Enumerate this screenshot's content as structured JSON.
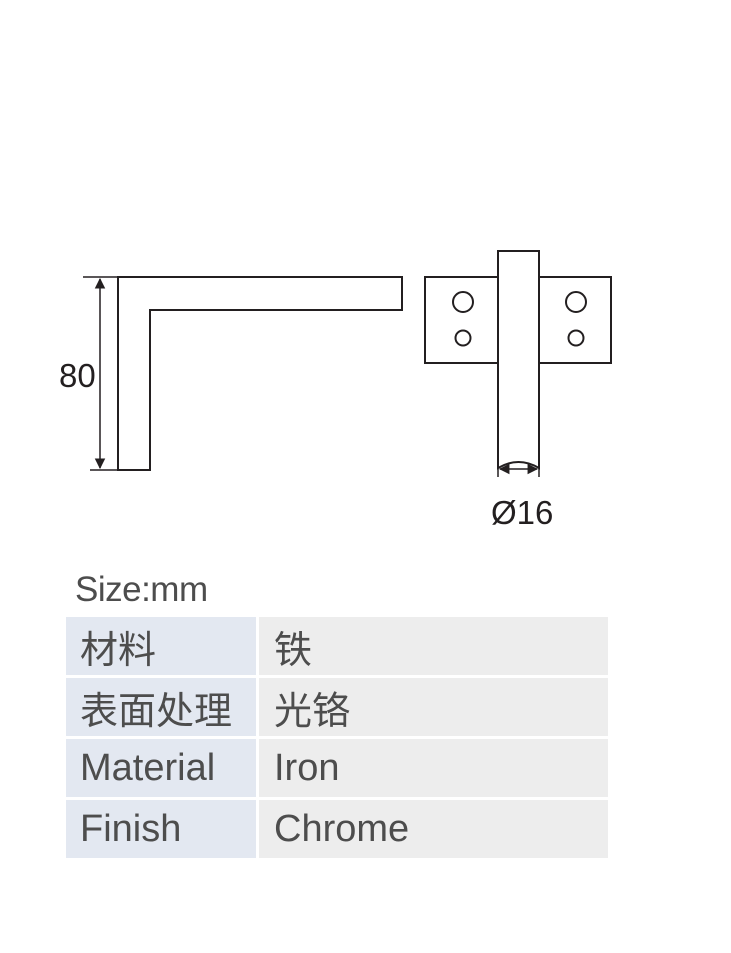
{
  "drawing": {
    "height_dimension": "80",
    "diameter_dimension": "Ø16"
  },
  "size_label": "Size:mm",
  "specs": [
    {
      "key": "材料",
      "value": "铁"
    },
    {
      "key": "表面处理",
      "value": "光铬"
    },
    {
      "key": "Material",
      "value": "Iron"
    },
    {
      "key": "Finish",
      "value": "Chrome"
    }
  ]
}
